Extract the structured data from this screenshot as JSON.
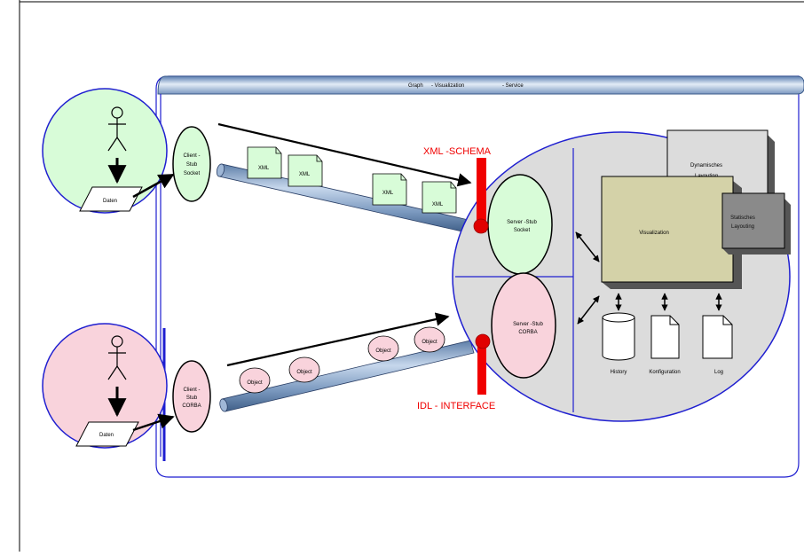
{
  "title": {
    "word1": "Graph",
    "word2": "- Visualization",
    "word3": "- Service"
  },
  "client_socket": {
    "stub_line1": "Client -",
    "stub_line2": "Stub",
    "stub_line3": "Socket",
    "data_label": "Daten"
  },
  "client_corba": {
    "stub_line1": "Client -",
    "stub_line2": "Stub",
    "stub_line3": "CORBA",
    "data_label": "Daten"
  },
  "xml_docs": [
    "XML",
    "XML",
    "XML",
    "XML"
  ],
  "objects": [
    "Object",
    "Object",
    "Object",
    "Object"
  ],
  "xml_schema_label": "XML -SCHEMA",
  "idl_interface_label": "IDL - INTERFACE",
  "server_socket": {
    "line1": "Server -Stub",
    "line2": "Socket"
  },
  "server_corba": {
    "line1": "Server -Stub",
    "line2": "CORBA"
  },
  "visualization_label": "Visualization",
  "dynamic_layout": {
    "line1": "Dynamisches",
    "line2": "Layouting"
  },
  "static_layout": {
    "line1": "Statisches",
    "line2": "Layouting"
  },
  "storage": {
    "history": "History",
    "config": "Konfiguration",
    "log": "Log"
  },
  "colors": {
    "blue": "#1f1fd0",
    "socket_green": "#d8fcd8",
    "corba_pink": "#f9d3dc",
    "server_gray": "#dcdcdc",
    "red": "#f00000",
    "vis_box": "#d4d2a8"
  }
}
